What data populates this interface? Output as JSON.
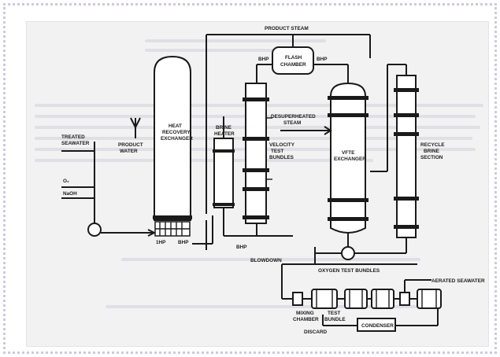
{
  "diagram": {
    "labels": {
      "product_steam": "PRODUCT STEAM",
      "flash_chamber_line1": "FLASH",
      "flash_chamber_line2": "CHAMBER",
      "bhp_left": "BHP",
      "bhp_right": "BHP",
      "treated_seawater_line1": "TREATED",
      "treated_seawater_line2": "SEAWATER",
      "o2": "O₂",
      "naoh": "NaOH",
      "product_water_line1": "PRODUCT",
      "product_water_line2": "WATER",
      "heat_recovery_line1": "HEAT",
      "heat_recovery_line2": "RECOVERY",
      "heat_recovery_line3": "EXCHANGER",
      "brine_heater_line1": "BRINE",
      "brine_heater_line2": "HEATER",
      "velocity_line1": "VELOCITY",
      "velocity_line2": "TEST",
      "velocity_line3": "BUNDLES",
      "desuperheated_line1": "DESUPERHEATED",
      "desuperheated_line2": "STEAM",
      "vfte_line1": "VFTE",
      "vfte_line2": "EXCHANGER",
      "recycle_line1": "RECYCLE",
      "recycle_line2": "BRINE",
      "recycle_line3": "SECTION",
      "one_hp": "1HP",
      "two_bhp": "BHP",
      "bhp_lower": "BHP",
      "blowdown": "BLOWDOWN",
      "oxygen_test_bundles": "OXYGEN TEST BUNDLES",
      "aerated_seawater": "AERATED SEAWATER",
      "mixing_chamber_line1": "MIXING",
      "mixing_chamber_line2": "CHAMBER",
      "test_bundle_line1": "TEST",
      "test_bundle_line2": "BUNDLE",
      "condenser": "CONDENSER",
      "discard": "DISCARD"
    }
  }
}
